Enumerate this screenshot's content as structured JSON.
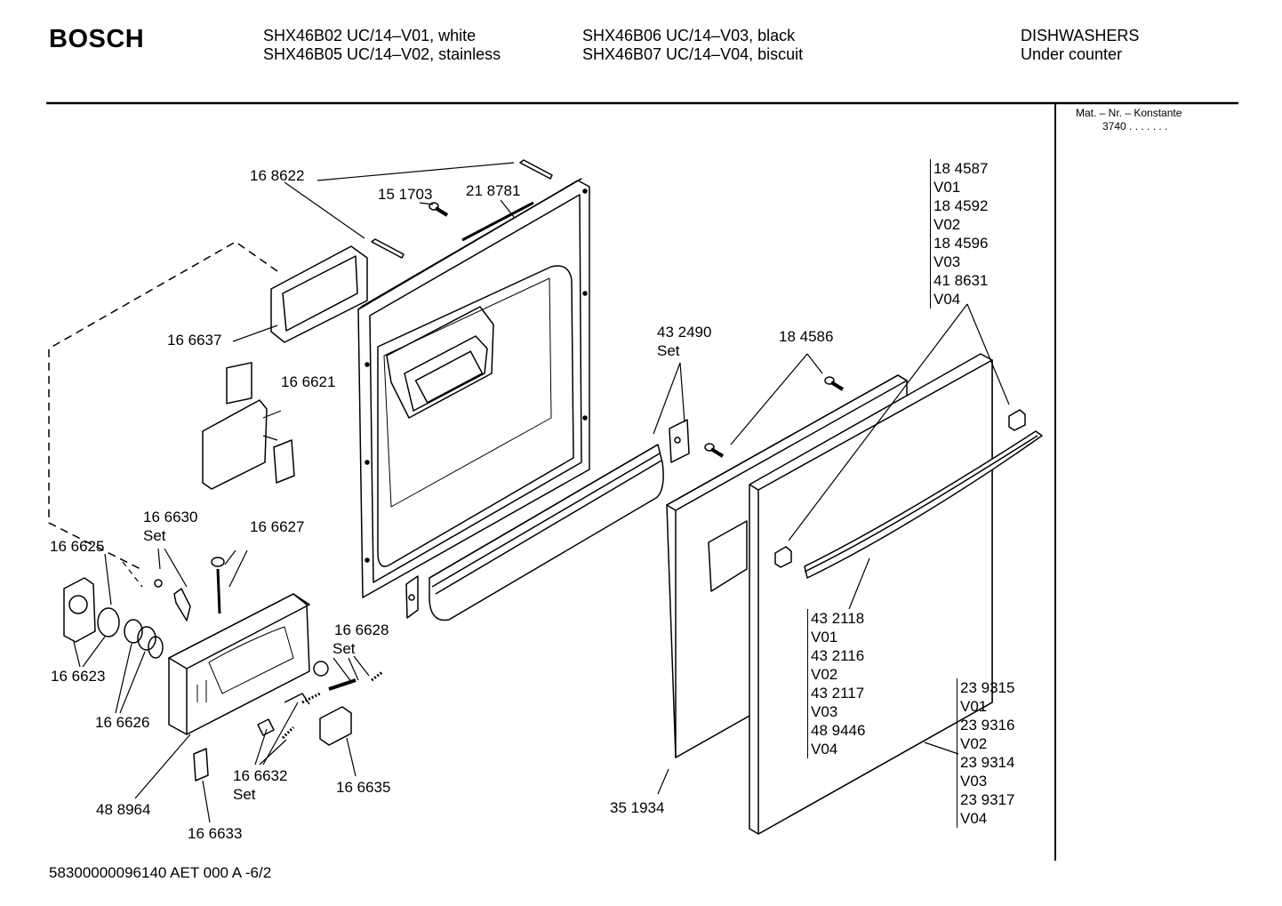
{
  "header": {
    "brand": "BOSCH",
    "models": [
      "SHX46B02  UC/14–V01, white",
      "SHX46B05  UC/14–V02, stainless",
      "SHX46B06  UC/14–V03, black",
      "SHX46B07  UC/14–V04, biscuit"
    ],
    "category": "DISHWASHERS",
    "subcategory": "Under counter"
  },
  "sidebar": {
    "mat_label": "Mat. – Nr. – Konstante",
    "mat_value": "3740  .  .  .   .  .  .  ."
  },
  "labels": {
    "p168622": "16 8622",
    "p151703": "15 1703",
    "p218781": "21 8781",
    "p166637": "16 6637",
    "p166621": "16 6621",
    "p166630": "16 6630",
    "set1": "Set",
    "p166627": "16 6627",
    "p166625": "16 6625",
    "p166623": "16 6623",
    "p166626": "16 6626",
    "p166628": "16 6628",
    "set2": "Set",
    "p166632": "16 6632",
    "set3": "Set",
    "p166635": "16 6635",
    "p488964": "48 8964",
    "p166633": "16 6633",
    "p432490": "43 2490",
    "set4": "Set",
    "p184586": "18 4586",
    "p351934": "35 1934"
  },
  "hinge_group": [
    "18 4587",
    "V01",
    "18 4592",
    "V02",
    "18 4596",
    "V03",
    "41 8631",
    "V04"
  ],
  "handle_group": [
    "43 2118",
    "V01",
    "43 2116",
    "V02",
    "43 2117",
    "V03",
    "48 9446",
    "V04"
  ],
  "panel_group": [
    "23 9315",
    "V01",
    "23 9316",
    "V02",
    "23 9314",
    "V03",
    "23 9317",
    "V04"
  ],
  "footer": {
    "doc_id": "58300000096140 AET 000 A   -6/2"
  }
}
